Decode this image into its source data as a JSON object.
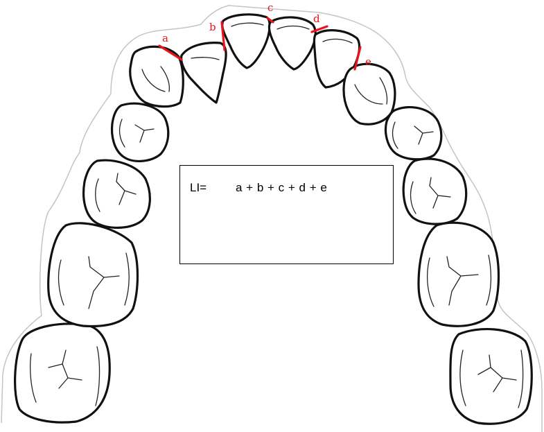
{
  "diagram": {
    "contact_points": [
      {
        "id": "a",
        "label": "a"
      },
      {
        "id": "b",
        "label": "b"
      },
      {
        "id": "c",
        "label": "c"
      },
      {
        "id": "d",
        "label": "d"
      },
      {
        "id": "e",
        "label": "e"
      }
    ],
    "formula": {
      "lhs": "LI=",
      "rhs": "a + b + c + d + e"
    },
    "colors": {
      "contact": "#e8141c",
      "tooth_outline": "#111111",
      "arch_outline": "#c4c4c4",
      "background": "#ffffff"
    }
  }
}
